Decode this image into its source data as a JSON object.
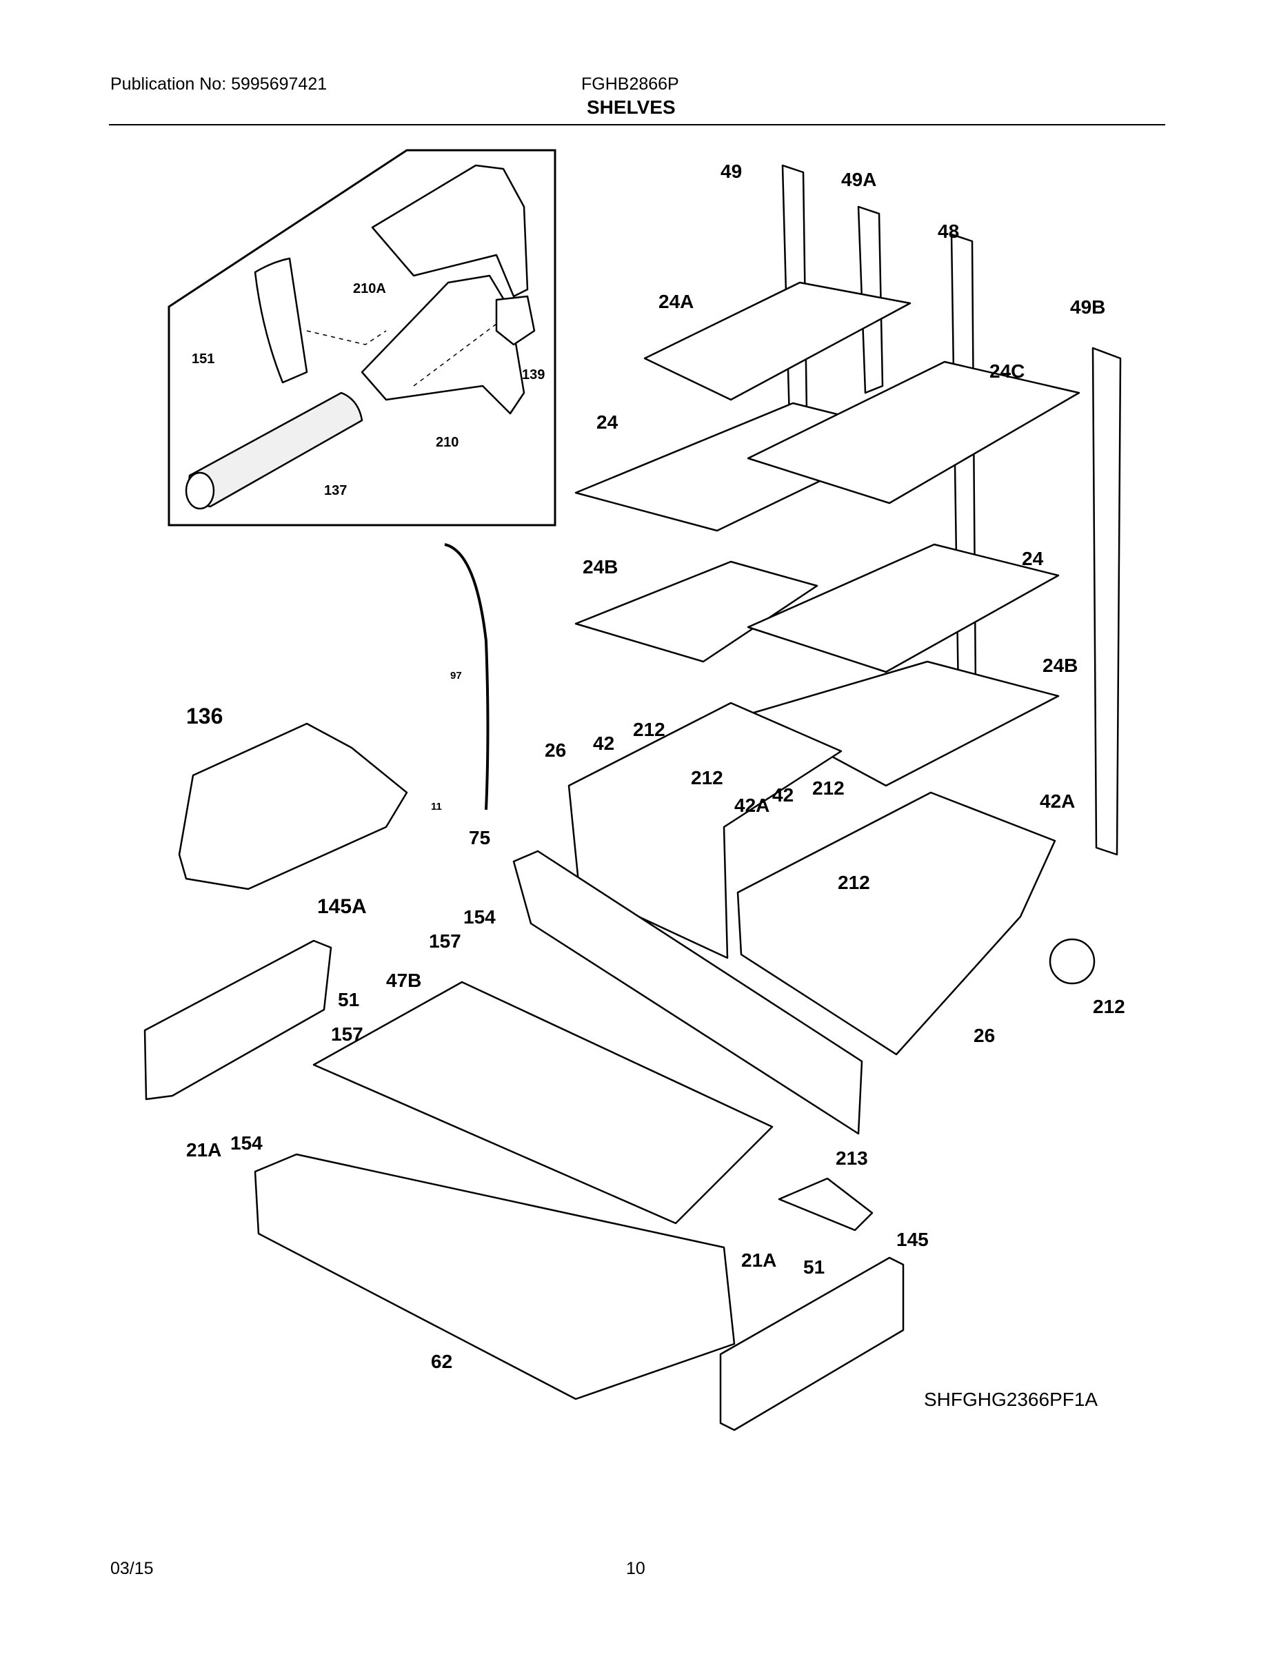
{
  "header": {
    "publication": "Publication No: 5995697421",
    "model": "FGHB2866P",
    "section": "SHELVES"
  },
  "diagram": {
    "code": "SHFGHG2366PF1A",
    "callouts": [
      "49",
      "49A",
      "48",
      "49B",
      "24A",
      "24C",
      "24",
      "24",
      "24B",
      "24B",
      "151",
      "210A",
      "139",
      "210",
      "137",
      "97",
      "11",
      "136",
      "42",
      "212",
      "26",
      "212",
      "42A",
      "42",
      "212",
      "42A",
      "212",
      "75",
      "145A",
      "154",
      "157",
      "47B",
      "51",
      "157",
      "212",
      "26",
      "21A",
      "154",
      "213",
      "145",
      "21A",
      "51",
      "62"
    ]
  },
  "footer": {
    "date": "03/15",
    "page": "10"
  }
}
